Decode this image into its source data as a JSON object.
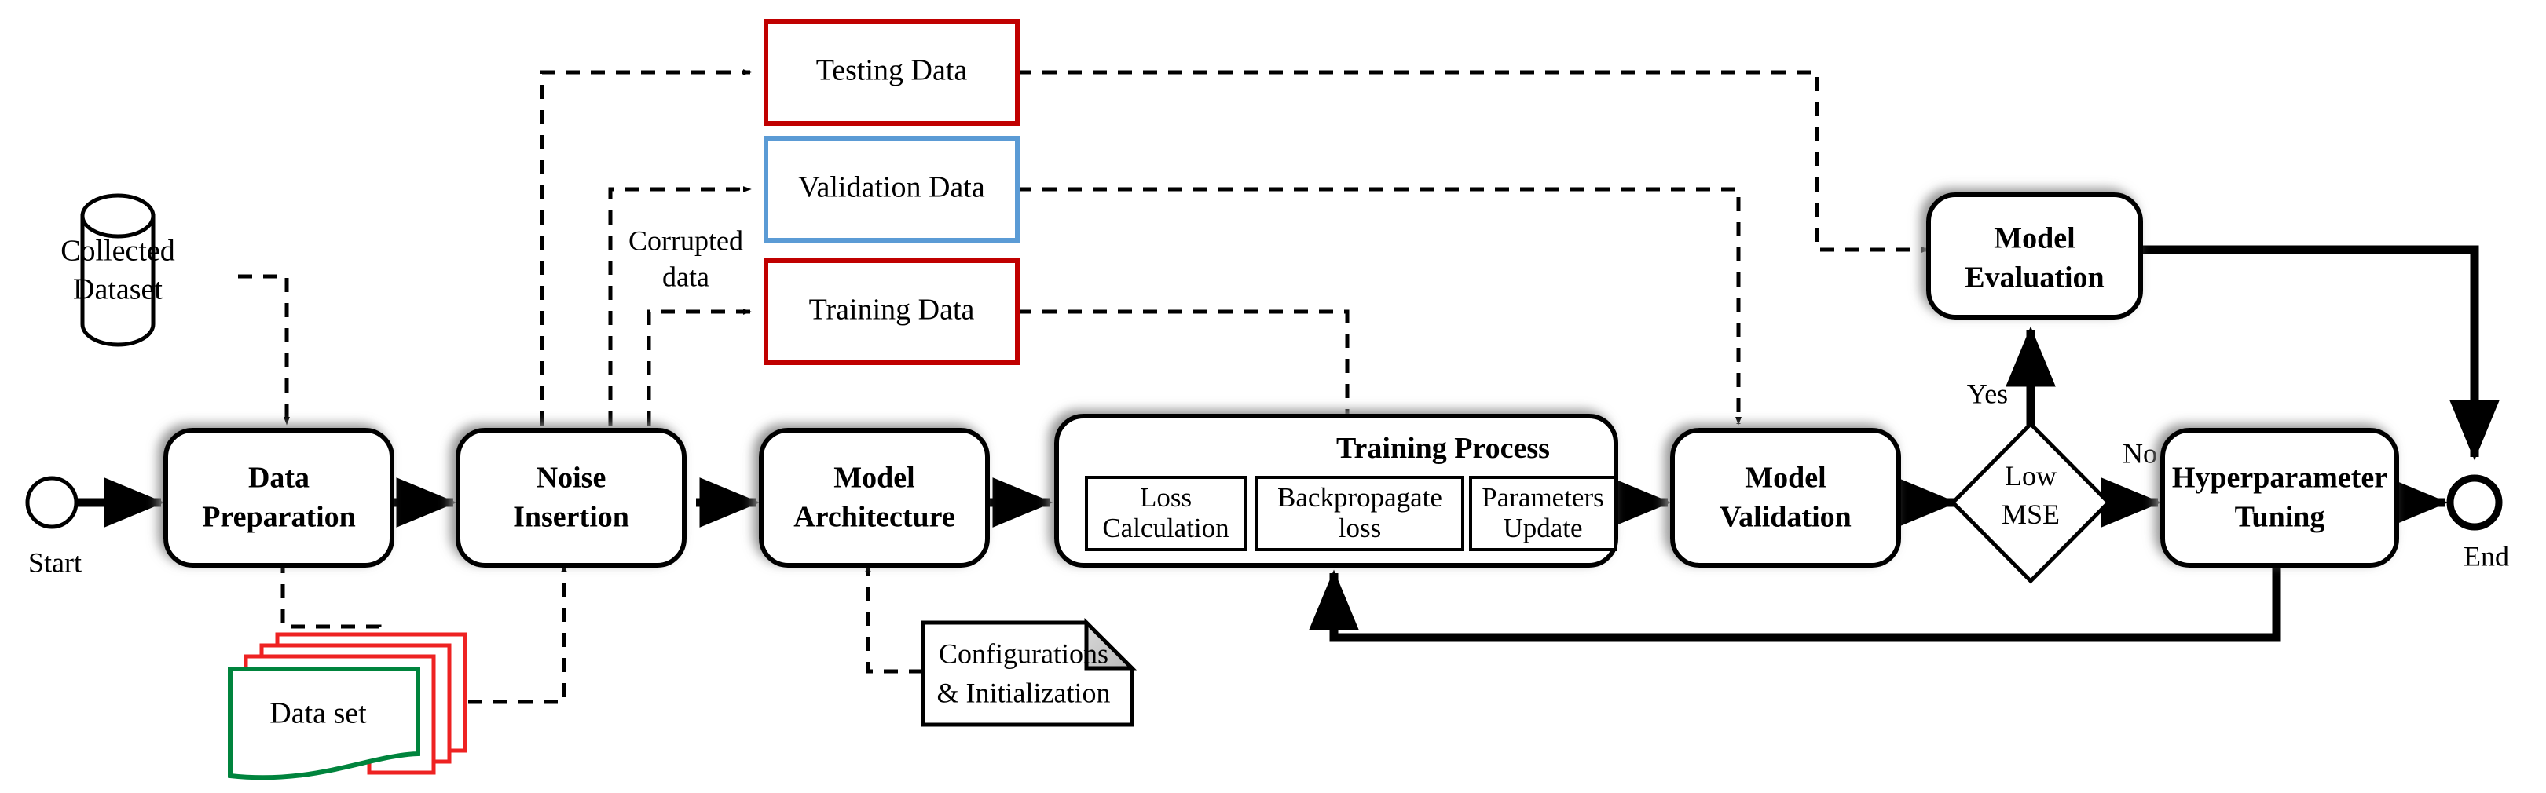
{
  "diagram": {
    "title": "Machine Learning Pipeline Flowchart",
    "colors": {
      "red": "#c00000",
      "blue": "#5b9bd5",
      "green": "#00843d",
      "black": "#000000",
      "white": "#ffffff",
      "shadow": "#9a9a9a"
    },
    "terminators": {
      "start": "Start",
      "end": "End"
    },
    "process_nodes": [
      {
        "id": "data-preparation",
        "line1": "Data",
        "line2": "Preparation"
      },
      {
        "id": "noise-insertion",
        "line1": "Noise",
        "line2": "Insertion"
      },
      {
        "id": "model-architecture",
        "line1": "Model",
        "line2": "Architecture"
      },
      {
        "id": "training-process",
        "line1": "Training Process",
        "line2": ""
      },
      {
        "id": "model-validation",
        "line1": "Model",
        "line2": "Validation"
      },
      {
        "id": "model-evaluation",
        "line1": "Model",
        "line2": "Evaluation"
      },
      {
        "id": "hyperparameter-tuning",
        "line1": "Hyperparameter",
        "line2": "Tuning"
      }
    ],
    "training_subprocesses": [
      {
        "id": "loss-calculation",
        "line1": "Loss",
        "line2": "Calculation"
      },
      {
        "id": "backpropagate-loss",
        "line1": "Backpropagate",
        "line2": "loss"
      },
      {
        "id": "parameters-update",
        "line1": "Parameters",
        "line2": "Update"
      }
    ],
    "data_nodes": [
      {
        "id": "testing-data",
        "label": "Testing Data",
        "border": "#c00000"
      },
      {
        "id": "validation-data",
        "label": "Validation Data",
        "border": "#5b9bd5"
      },
      {
        "id": "training-data",
        "label": "Training Data",
        "border": "#c00000"
      }
    ],
    "database": {
      "id": "collected-dataset",
      "line1": "Collected",
      "line2": "Dataset"
    },
    "dataset_stack": {
      "id": "data-set-stack",
      "label": "Data set",
      "front_color": "#00843d",
      "back_color": "#ee2222",
      "sheets": 4
    },
    "note": {
      "id": "configurations-note",
      "line1": "Configurations",
      "line2": "& Initialization"
    },
    "decision": {
      "id": "low-mse-decision",
      "line1": "Low",
      "line2": "MSE",
      "yes_label": "Yes",
      "no_label": "No"
    },
    "edge_labels": {
      "corrupted_data_line1": "Corrupted",
      "corrupted_data_line2": "data"
    }
  }
}
